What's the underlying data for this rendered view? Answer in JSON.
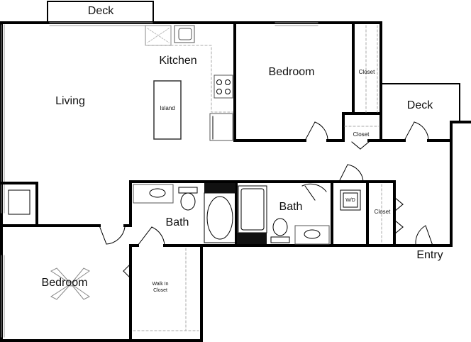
{
  "plan": {
    "rooms": {
      "deck_top": "Deck",
      "kitchen": "Kitchen",
      "living": "Living",
      "island": "Island",
      "bedroom_main": "Bedroom",
      "closet_main": "Closet",
      "deck_right": "Deck",
      "closet_hall": "Closet",
      "bath_left": "Bath",
      "bath_right": "Bath",
      "washer_dryer": "W/D",
      "closet_entry": "Closet",
      "entry": "Entry",
      "bedroom_second": "Bedroom",
      "walk_in_closet_line1": "Walk In",
      "walk_in_closet_line2": "Closet"
    }
  }
}
